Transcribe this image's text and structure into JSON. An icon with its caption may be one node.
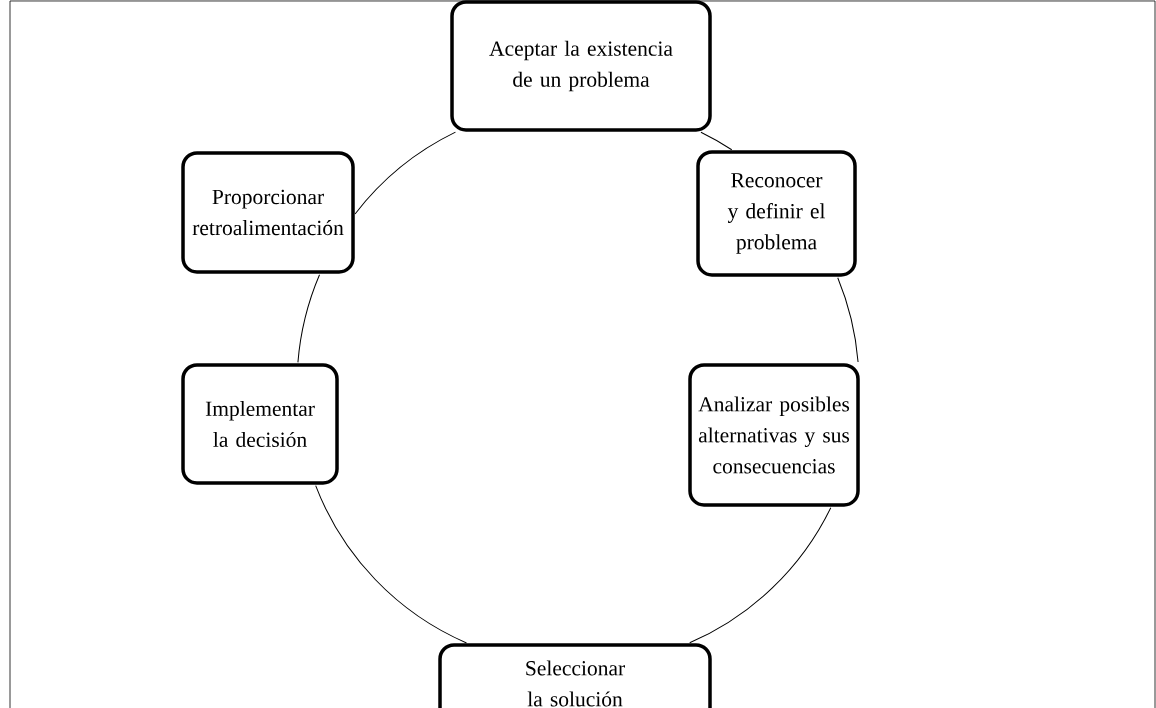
{
  "diagram": {
    "nodes": [
      {
        "text": [
          "Aceptar la existencia de un problema"
        ]
      },
      {
        "text": [
          "Reconocer y definir el problema"
        ]
      },
      {
        "text": [
          "Analizar posibles alternativas y sus consecuencias"
        ]
      },
      {
        "text": [
          "Seleccionar la solución"
        ]
      },
      {
        "text": [
          "Implementar la decisión"
        ]
      },
      {
        "text": [
          "Proporcionar retroalimentación"
        ]
      }
    ],
    "edges": [
      {
        "from": 0,
        "to": 1,
        "arrow": "none"
      },
      {
        "from": 1,
        "to": 2,
        "arrow": "none"
      },
      {
        "from": 2,
        "to": 3,
        "arrow": "none"
      },
      {
        "from": 3,
        "to": 4,
        "arrow": "none"
      },
      {
        "from": 4,
        "to": 5,
        "arrow": "none"
      },
      {
        "from": 5,
        "to": 0,
        "arrow": "none"
      }
    ]
  }
}
